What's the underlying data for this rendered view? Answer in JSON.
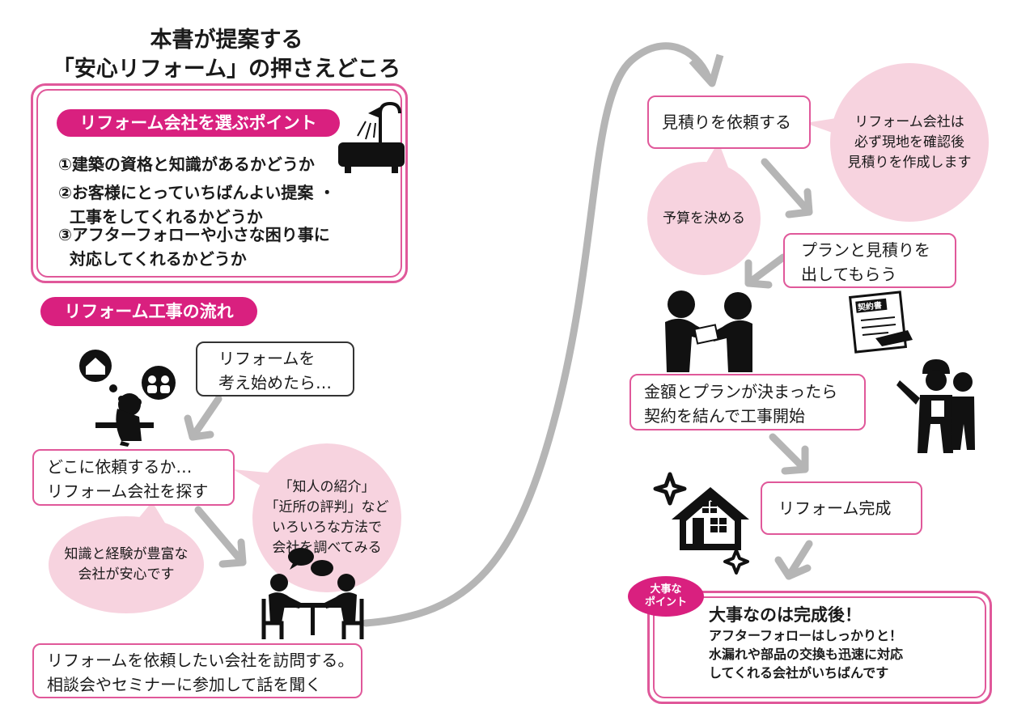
{
  "title": {
    "line1": "本書が提案する",
    "line2": "「安心リフォーム」の押さえどころ"
  },
  "points": {
    "heading": "リフォーム会社を選ぶポイント",
    "items": [
      "①建築の資格と知識があるかどうか",
      "②お客様にとっていちばんよい提案 ・\n  工事をしてくれるかどうか",
      "③アフターフォローや小さな困り事に\n  対応してくれるかどうか"
    ]
  },
  "flow_heading": "リフォーム工事の流れ",
  "steps": {
    "start": "リフォームを\n考え始めたら…",
    "search": "どこに依頼するか…\nリフォーム会社を探す",
    "visit": "リフォームを依頼したい会社を訪問する。\n相談会やセミナーに参加して話を聞く",
    "estimate": "見積りを依頼する",
    "plan": "プランと見積りを\n出してもらう",
    "contract": "金額とプランが決まったら\n契約を結んで工事開始",
    "complete": "リフォーム完成"
  },
  "bubbles": {
    "referral": "「知人の紹介」\n「近所の評判」など\nいろいろな方法で\n会社を調べてみる",
    "experience": "知識と経験が豊富な\n会社が安心です",
    "site_check": "リフォーム会社は\n必ず現地を確認後\n見積りを作成します",
    "budget": "予算を決める"
  },
  "contract_doc_label": "契約書",
  "important": {
    "badge": "大事な\nポイント",
    "title": "大事なのは完成後！",
    "body": "アフターフォローはしっかりと！\n水漏れや部品の交換も迅速に対応\nしてくれる会社がいちばんです"
  },
  "colors": {
    "pink": "#e0589a",
    "magenta": "#d9207f",
    "light_pink": "#f7d3df",
    "arrow": "#b5b5b5"
  }
}
